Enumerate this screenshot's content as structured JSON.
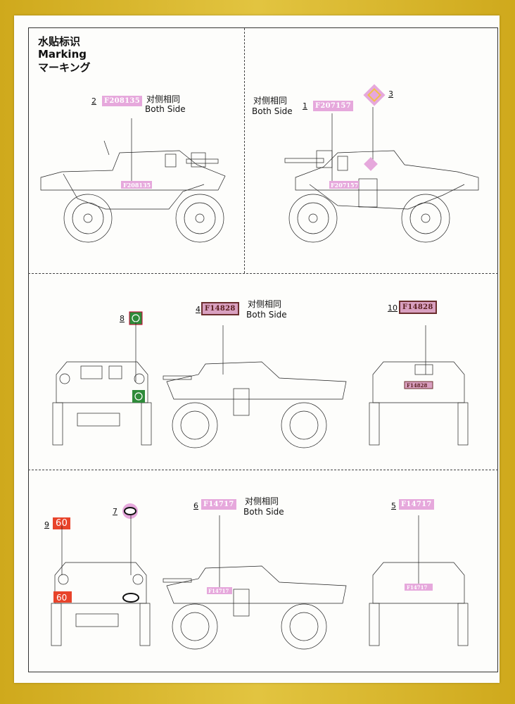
{
  "header": {
    "title_cn": "水贴标识",
    "title_en": "Marking",
    "title_jp": "マーキング"
  },
  "both_side_cn": "对侧相同",
  "both_side_en": "Both Side",
  "decals": [
    {
      "num": "2",
      "text": "F208135"
    },
    {
      "num": "1",
      "text": "F207157"
    },
    {
      "num": "3",
      "text": ""
    },
    {
      "num": "8",
      "text": ""
    },
    {
      "num": "4",
      "text": "F14828"
    },
    {
      "num": "10",
      "text": "F14828"
    },
    {
      "num": "9",
      "text": "60"
    },
    {
      "num": "7",
      "text": ""
    },
    {
      "num": "6",
      "text": "F14717"
    },
    {
      "num": "5",
      "text": "F14717"
    }
  ],
  "vehicle_plates": {
    "left_side_1": "F208135",
    "right_side_1": "F207157",
    "rear_2": "F14828",
    "rear_3": "F14717",
    "rear_3_left": "60",
    "side_3": "F14717"
  },
  "colors": {
    "frame": "#d8b528",
    "pink_decal": "#e6a8dc",
    "red_decal": "#e8432a",
    "green_decal": "#2e8b3a"
  }
}
